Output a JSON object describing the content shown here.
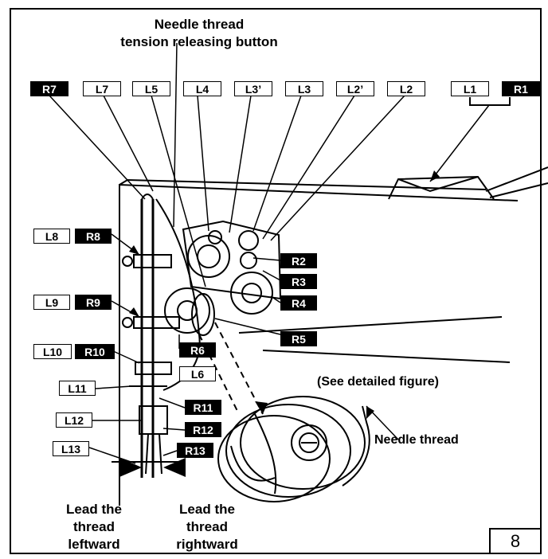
{
  "title": {
    "line1": "Needle thread",
    "line2": "tension releasing button"
  },
  "labels": {
    "L1": "L1",
    "R1": "R1",
    "L2p": "L2’",
    "L2": "L2",
    "L3": "L3",
    "L3p": "L3’",
    "L4": "L4",
    "L5": "L5",
    "L7": "L7",
    "R7": "R7",
    "L8": "L8",
    "R8": "R8",
    "L9": "L9",
    "R9": "R9",
    "L10": "L10",
    "R10": "R10",
    "R2": "R2",
    "R3": "R3",
    "R4": "R4",
    "R5": "R5",
    "R6": "R6",
    "L6": "L6",
    "L11": "L11",
    "R11": "R11",
    "L12": "L12",
    "R12": "R12",
    "L13": "L13",
    "R13": "R13"
  },
  "detail_caption": "(See detailed figure)",
  "needle_thread_caption": "Needle thread",
  "lead_left": {
    "line1": "Lead the",
    "line2": "thread",
    "line3": "leftward"
  },
  "lead_right": {
    "line1": "Lead the",
    "line2": "thread",
    "line3": "rightward"
  },
  "page_number": "8"
}
